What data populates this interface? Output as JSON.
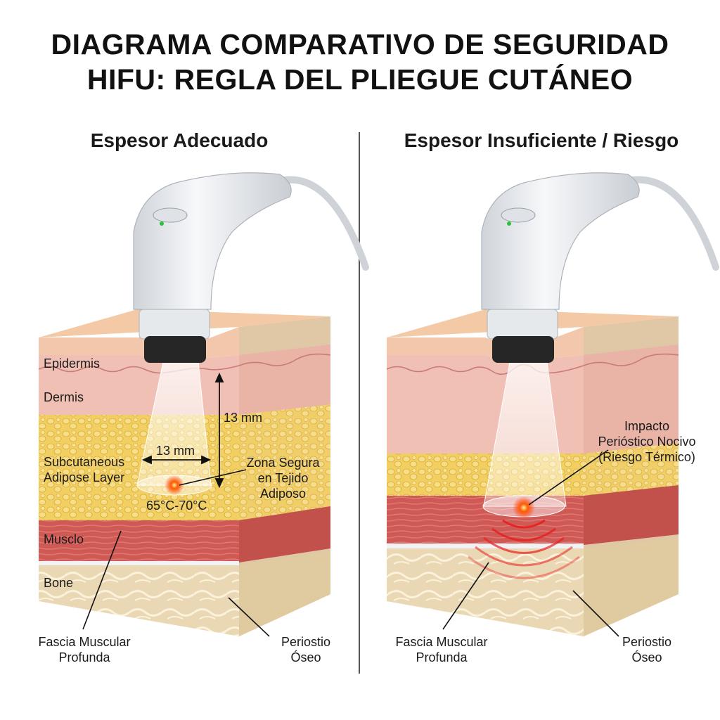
{
  "title": {
    "line1": "DIAGRAMA COMPARATIVO DE SEGURIDAD",
    "line2": "HIFU: REGLA DEL PLIEGUE CUTÁNEO"
  },
  "left_panel": {
    "heading": "Espesor Adecuado",
    "layers": {
      "epidermis": "Epidermis",
      "dermis": "Dermis",
      "adipose_line1": "Subcutaneous",
      "adipose_line2": "Adipose Layer",
      "muscle": "Musclo",
      "bone": "Bone"
    },
    "depth_label": "13 mm",
    "width_label": "13 mm",
    "temperature": "65°C-70°C",
    "safe_zone_line1": "Zona Segura",
    "safe_zone_line2": "en Tejido",
    "safe_zone_line3": "Adiposo",
    "fascia_line1": "Fascia Muscular",
    "fascia_line2": "Profunda",
    "periosteum_line1": "Periostio",
    "periosteum_line2": "Óseo"
  },
  "right_panel": {
    "heading": "Espesor Insuficiente / Riesgo",
    "impact_line1": "Impacto",
    "impact_line2": "Perióstico Nocivo",
    "impact_line3": "(Riesgo Térmico)",
    "fascia_line1": "Fascia Muscular",
    "fascia_line2": "Profunda",
    "periosteum_line1": "Periostio",
    "periosteum_line2": "Óseo"
  },
  "colors": {
    "epidermis": "#f3c7ac",
    "dermis": "#f1c0b4",
    "adipose": "#f2cf62",
    "muscle": "#cf5a55",
    "bone": "#ead8b4",
    "device": "#e9ecef",
    "focal": "#ff2a00"
  }
}
